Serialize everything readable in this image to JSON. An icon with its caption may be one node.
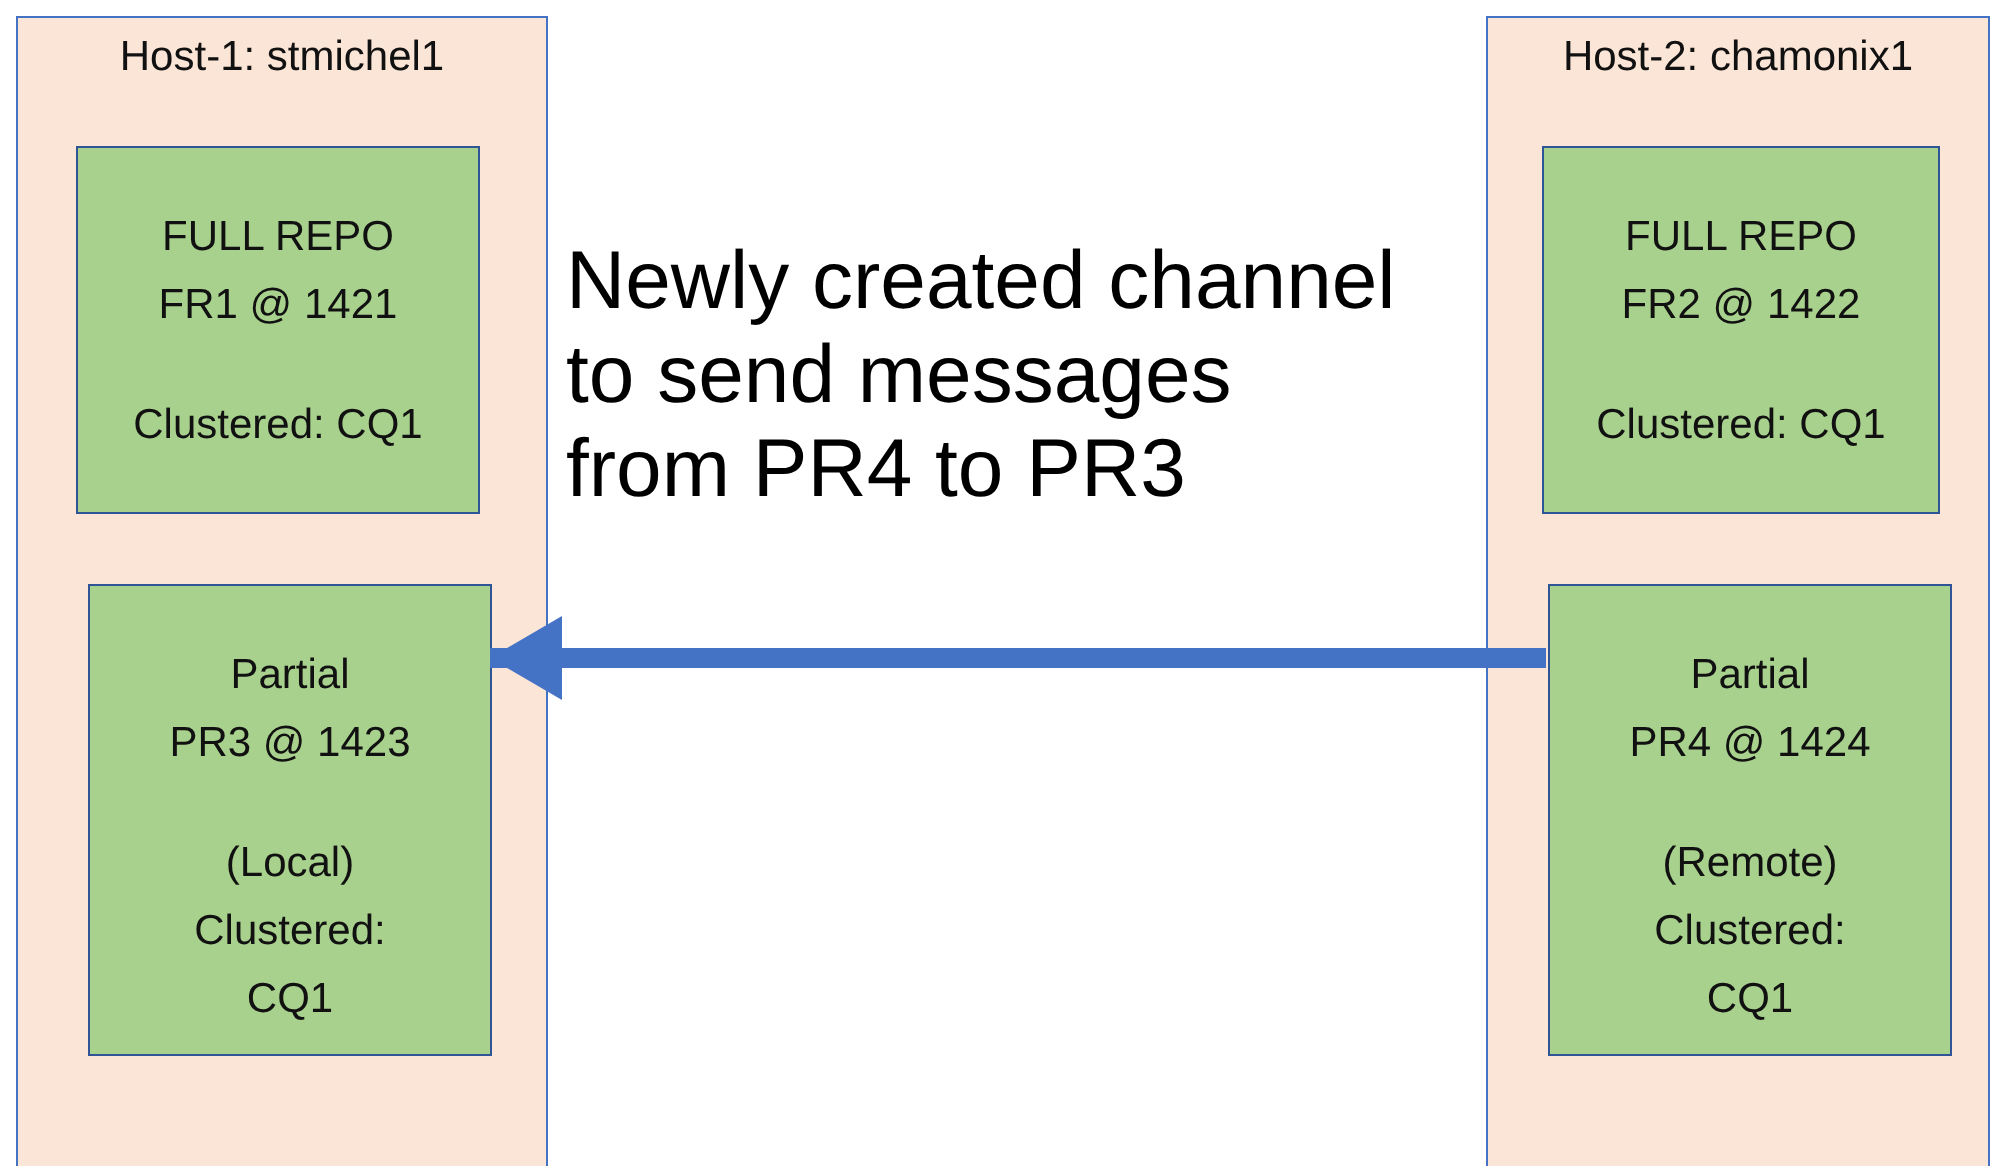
{
  "diagram": {
    "nodes": [
      {
        "text": [
          "Host-1: stmichel1"
        ]
      },
      {
        "text": [
          "FULL REPO FR1 @ 1421",
          "Clustered: CQ1"
        ],
        "in": 0
      },
      {
        "text": [
          "Partial PR3 @ 1423",
          "(Local) Clustered: CQ1"
        ],
        "in": 0
      },
      {
        "text": [
          "Host-2: chamonix1"
        ]
      },
      {
        "text": [
          "FULL REPO FR2 @ 1422",
          "Clustered: CQ1"
        ],
        "in": 3
      },
      {
        "text": [
          "Partial PR4 @ 1424",
          "(Remote) Clustered: CQ1"
        ],
        "in": 3
      }
    ],
    "edges": [
      {
        "from": 5,
        "to": 2,
        "arrow": "to"
      }
    ],
    "labels": [
      "Newly created channel to send messages from PR4 to PR3"
    ]
  }
}
